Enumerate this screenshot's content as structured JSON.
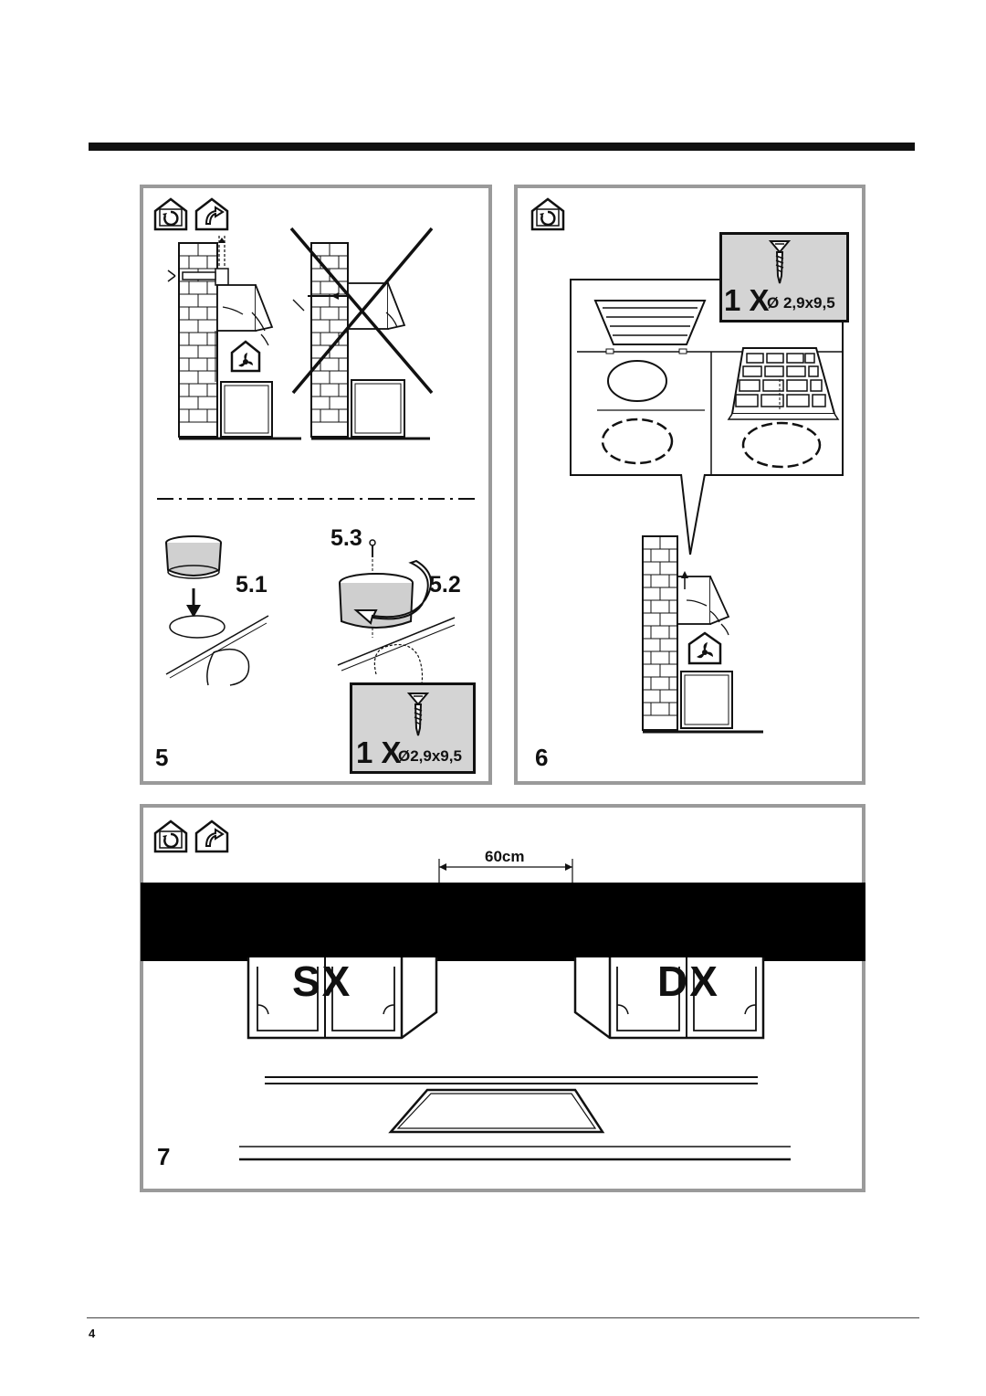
{
  "page_number": "4",
  "figures": {
    "fig5": {
      "number": "5",
      "steps": [
        "5.1",
        "5.2",
        "5.3"
      ],
      "screw": {
        "count": "1 X",
        "spec": "Ø2,9x9,5"
      }
    },
    "fig6": {
      "number": "6",
      "screw": {
        "count": "1 X",
        "spec": "Ø 2,9x9,5"
      }
    },
    "fig7": {
      "number": "7",
      "distance": "60cm",
      "left_label": "SX",
      "right_label": "DX"
    }
  },
  "icons": [
    "recirculation-house-icon",
    "ducted-exhaust-house-icon",
    "fan-house-icon",
    "screw-icon"
  ]
}
